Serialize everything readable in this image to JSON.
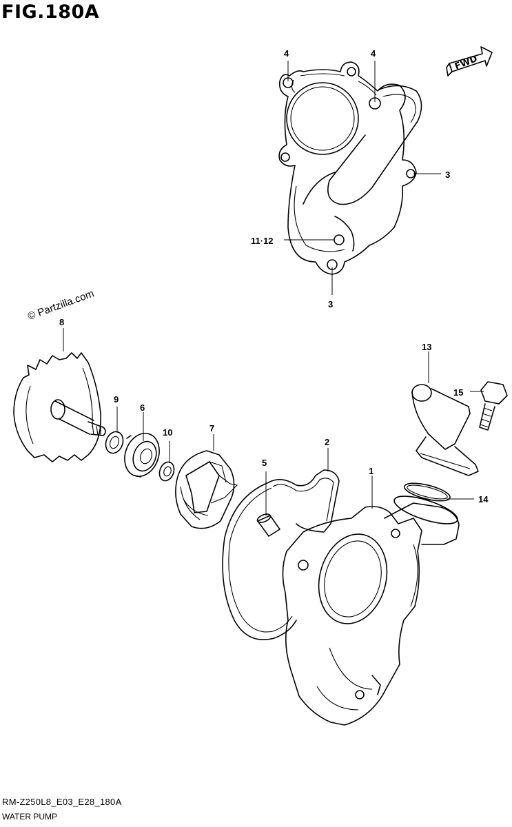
{
  "figure": {
    "title": "FIG.180A",
    "watermark": "© Partzilla.com",
    "model_code": "RM-Z250L8_E03_E28_180A",
    "section_name": "WATER PUMP",
    "fwd_label": "FWD"
  },
  "callouts": [
    {
      "id": "c4a",
      "label": "4"
    },
    {
      "id": "c4b",
      "label": "4"
    },
    {
      "id": "c3a",
      "label": "3"
    },
    {
      "id": "c1112",
      "label": "11·12"
    },
    {
      "id": "c3b",
      "label": "3"
    },
    {
      "id": "c8",
      "label": "8"
    },
    {
      "id": "c13",
      "label": "13"
    },
    {
      "id": "c15",
      "label": "15"
    },
    {
      "id": "c9",
      "label": "9"
    },
    {
      "id": "c6",
      "label": "6"
    },
    {
      "id": "c10",
      "label": "10"
    },
    {
      "id": "c7",
      "label": "7"
    },
    {
      "id": "c2",
      "label": "2"
    },
    {
      "id": "c5",
      "label": "5"
    },
    {
      "id": "c1",
      "label": "1"
    },
    {
      "id": "c14",
      "label": "14"
    }
  ]
}
